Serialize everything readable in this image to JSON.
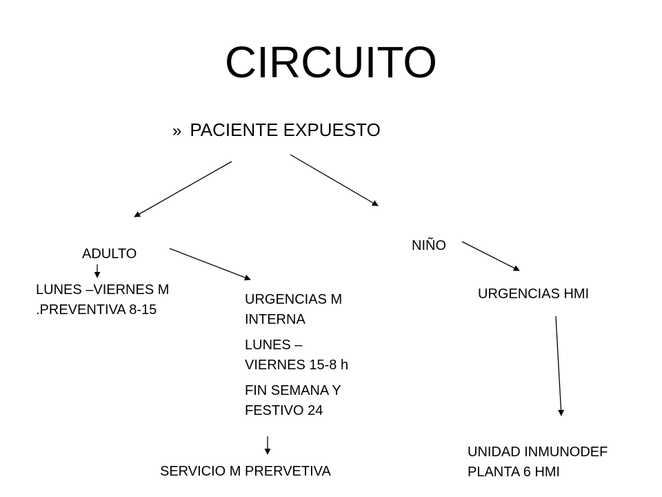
{
  "title": "CIRCUITO",
  "subtitle": {
    "bullet": "»",
    "text": "PACIENTE EXPUESTO"
  },
  "nodes": {
    "adulto": "ADULTO",
    "nino": "NIÑO",
    "preventiva": {
      "line1": "LUNES –VIERNES M",
      "line2": ".PREVENTIVA 8-15"
    },
    "urgencias_m": {
      "line1": "URGENCIAS M",
      "line2": "INTERNA",
      "line3": "LUNES –",
      "line4": "VIERNES 15-8 h",
      "line5": "FIN SEMANA Y",
      "line6": "FESTIVO 24"
    },
    "servicio": "SERVICIO M PRERVETIVA",
    "urgencias_hmi": "URGENCIAS HMI",
    "unidad": {
      "line1": "UNIDAD INMUNODEF",
      "line2": "PLANTA 6 HMI"
    }
  }
}
